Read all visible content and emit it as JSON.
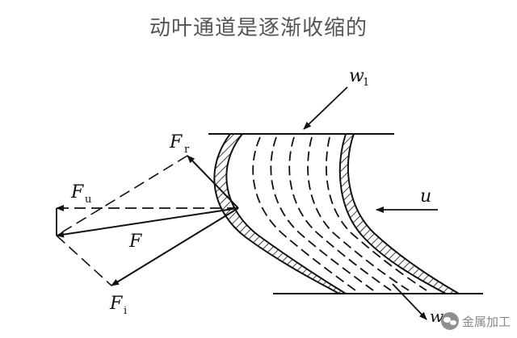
{
  "title": "动叶通道是逐渐收缩的",
  "labels": {
    "w1_main": "w",
    "w1_sub": "1",
    "w2_main": "w",
    "w2_sub": "2",
    "fr_main": "F",
    "fr_sub": "r",
    "fu_main": "F",
    "fu_sub": "u",
    "f_main": "F",
    "fi_main": "F",
    "fi_sub": "i",
    "u": "u"
  },
  "watermark": {
    "text": "金属加工",
    "icon": "wechat-icon"
  }
}
